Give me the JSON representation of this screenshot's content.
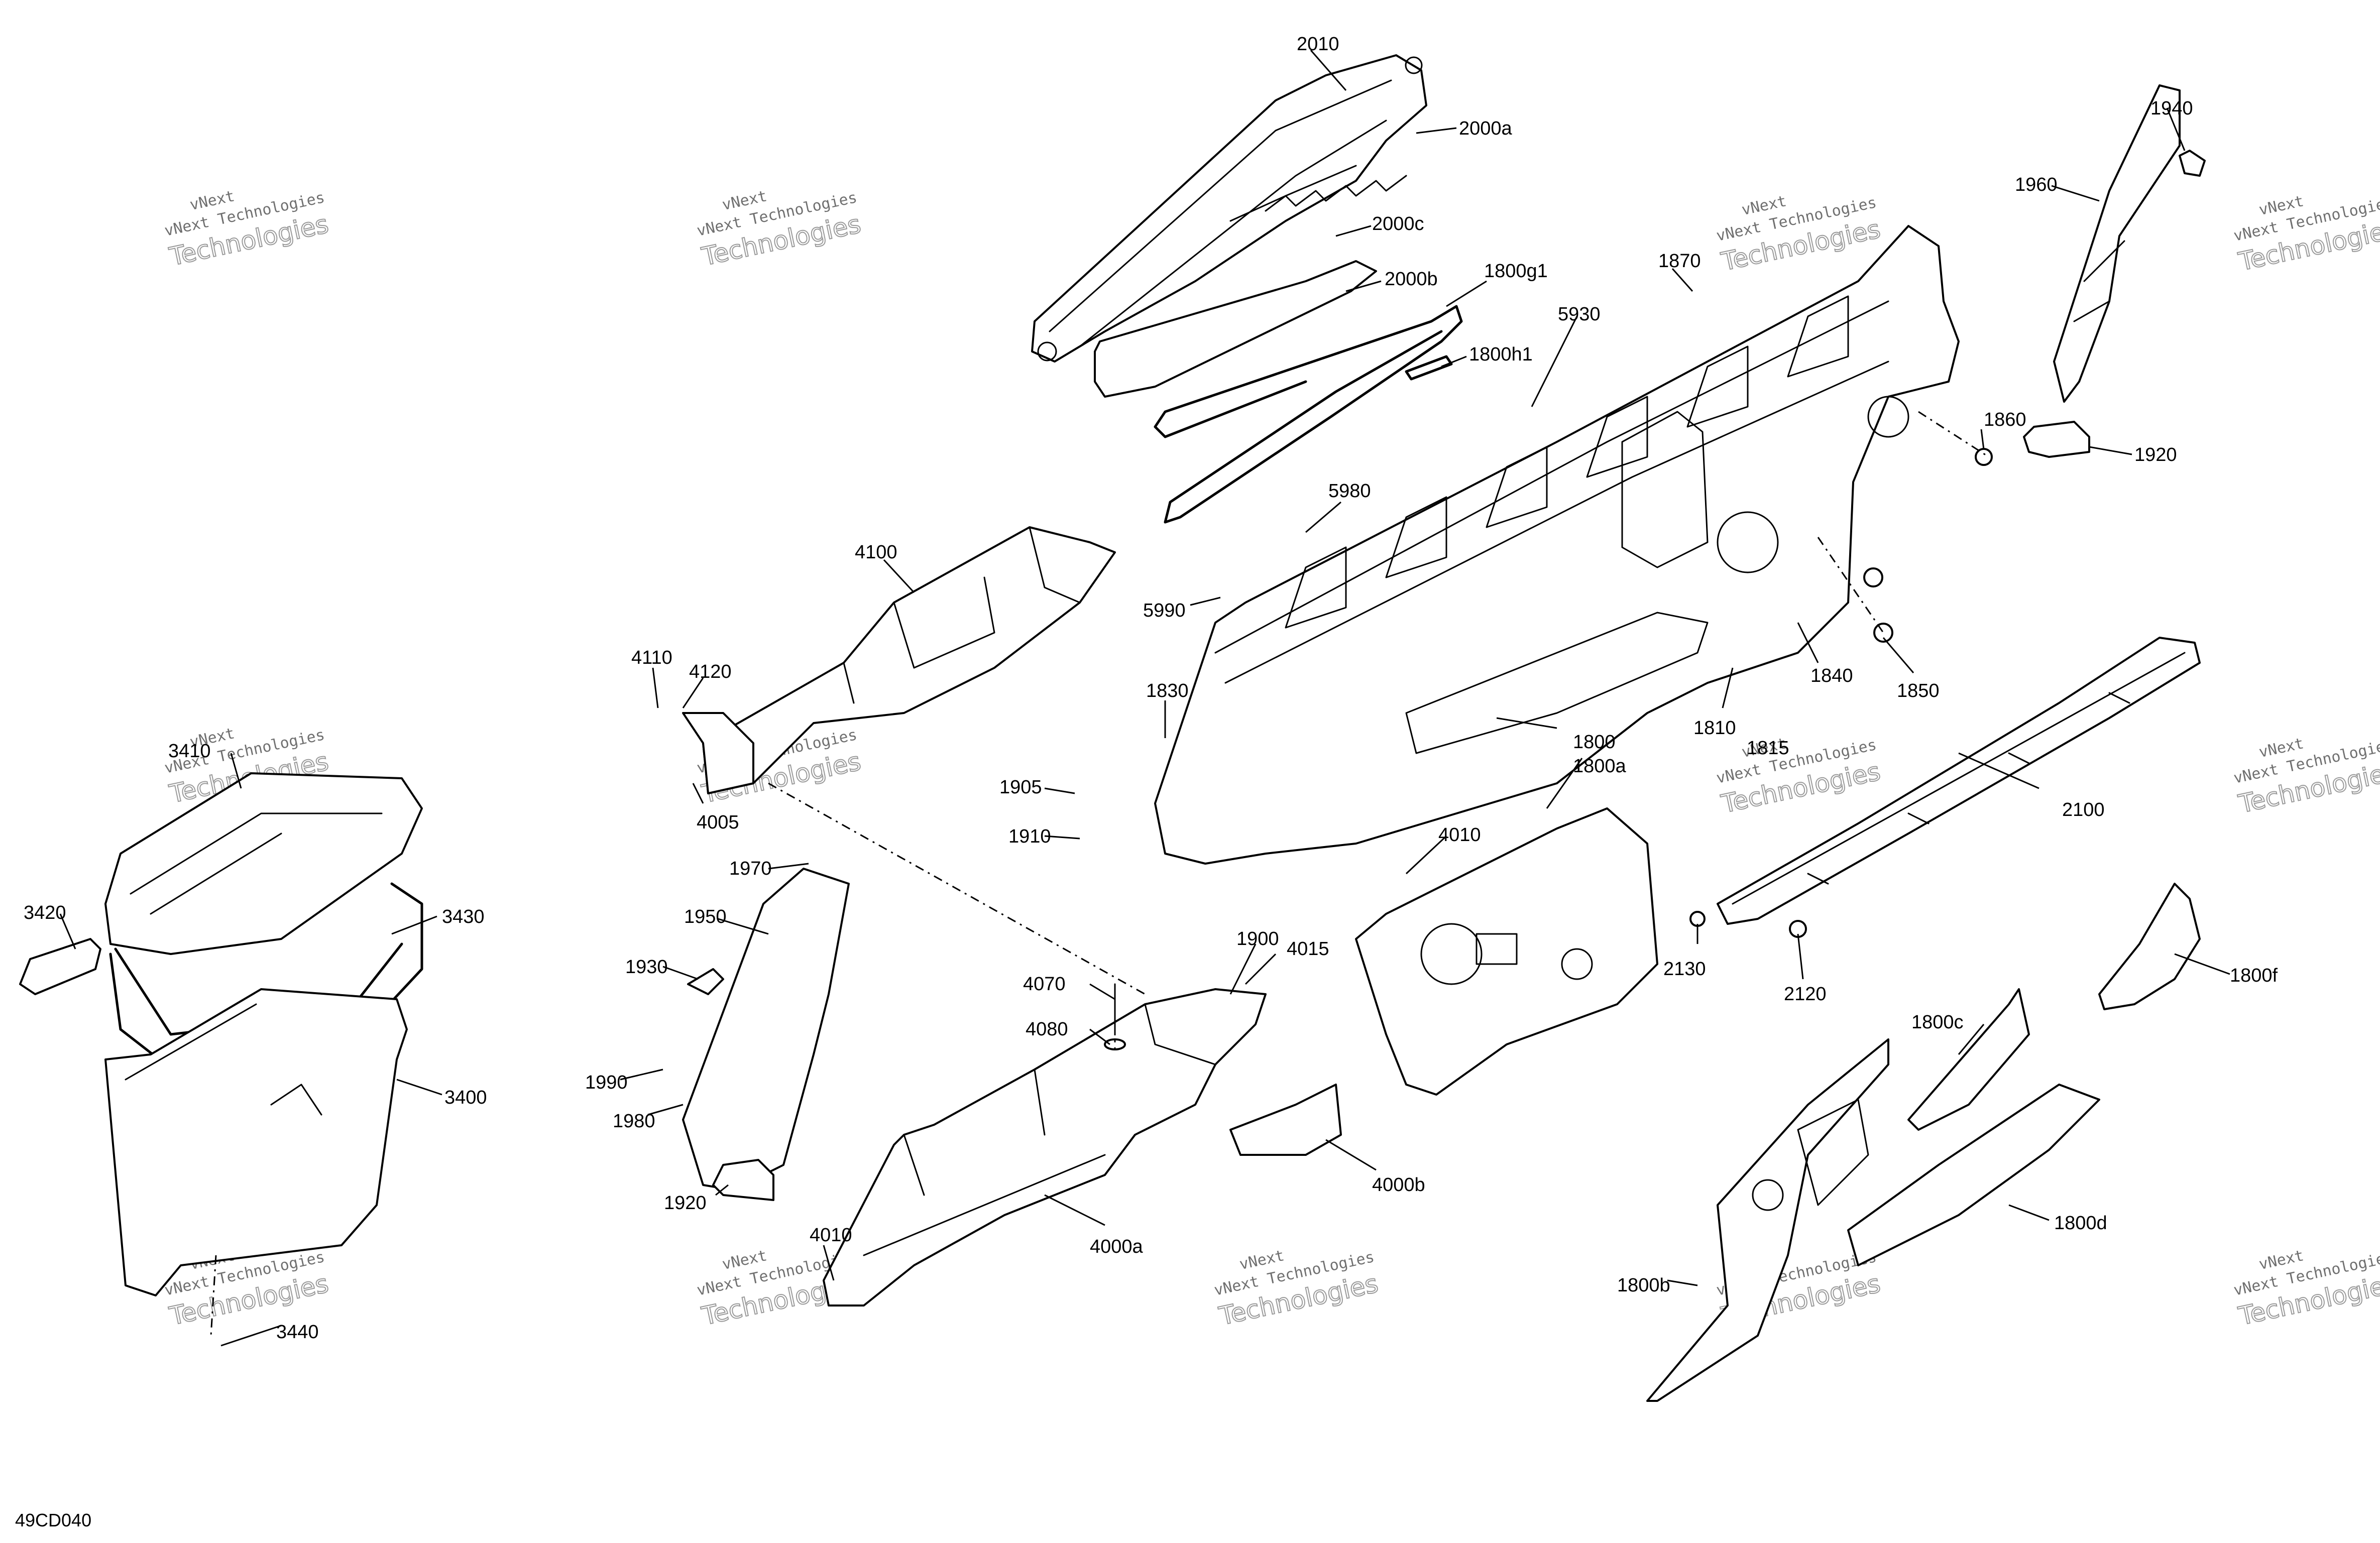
{
  "diagram_code": "49CD040",
  "watermark": {
    "line1": "vNext",
    "line2": "vNext Technologies",
    "line3": "Technologies"
  },
  "labels": [
    {
      "id": "2010",
      "text": "2010"
    },
    {
      "id": "2000a",
      "text": "2000a"
    },
    {
      "id": "2000c",
      "text": "2000c"
    },
    {
      "id": "2000b",
      "text": "2000b"
    },
    {
      "id": "1800g1",
      "text": "1800g1"
    },
    {
      "id": "1800h1",
      "text": "1800h1"
    },
    {
      "id": "5930",
      "text": "5930"
    },
    {
      "id": "1870",
      "text": "1870"
    },
    {
      "id": "1960",
      "text": "1960"
    },
    {
      "id": "1940",
      "text": "1940"
    },
    {
      "id": "1860",
      "text": "1860"
    },
    {
      "id": "1920a",
      "text": "1920"
    },
    {
      "id": "5980",
      "text": "5980"
    },
    {
      "id": "5990",
      "text": "5990"
    },
    {
      "id": "4100",
      "text": "4100"
    },
    {
      "id": "4110",
      "text": "4110"
    },
    {
      "id": "4120",
      "text": "4120"
    },
    {
      "id": "4005",
      "text": "4005"
    },
    {
      "id": "1830",
      "text": "1830"
    },
    {
      "id": "1840",
      "text": "1840"
    },
    {
      "id": "1850",
      "text": "1850"
    },
    {
      "id": "1810",
      "text": "1810"
    },
    {
      "id": "1815",
      "text": "1815"
    },
    {
      "id": "1800",
      "text": "1800"
    },
    {
      "id": "1800a",
      "text": "1800a"
    },
    {
      "id": "2100",
      "text": "2100"
    },
    {
      "id": "3410",
      "text": "3410"
    },
    {
      "id": "1905",
      "text": "1905"
    },
    {
      "id": "1910",
      "text": "1910"
    },
    {
      "id": "4010a",
      "text": "4010"
    },
    {
      "id": "1970",
      "text": "1970"
    },
    {
      "id": "3420",
      "text": "3420"
    },
    {
      "id": "3430",
      "text": "3430"
    },
    {
      "id": "1950",
      "text": "1950"
    },
    {
      "id": "1930",
      "text": "1930"
    },
    {
      "id": "1900",
      "text": "1900"
    },
    {
      "id": "4015",
      "text": "4015"
    },
    {
      "id": "4070",
      "text": "4070"
    },
    {
      "id": "4080",
      "text": "4080"
    },
    {
      "id": "2130",
      "text": "2130"
    },
    {
      "id": "2120",
      "text": "2120"
    },
    {
      "id": "1800f",
      "text": "1800f"
    },
    {
      "id": "1800c",
      "text": "1800c"
    },
    {
      "id": "3400",
      "text": "3400"
    },
    {
      "id": "1990",
      "text": "1990"
    },
    {
      "id": "1980",
      "text": "1980"
    },
    {
      "id": "4000b",
      "text": "4000b"
    },
    {
      "id": "1920b",
      "text": "1920"
    },
    {
      "id": "4010b",
      "text": "4010"
    },
    {
      "id": "4000a",
      "text": "4000a"
    },
    {
      "id": "1800d",
      "text": "1800d"
    },
    {
      "id": "1800b",
      "text": "1800b"
    },
    {
      "id": "3440",
      "text": "3440"
    }
  ]
}
